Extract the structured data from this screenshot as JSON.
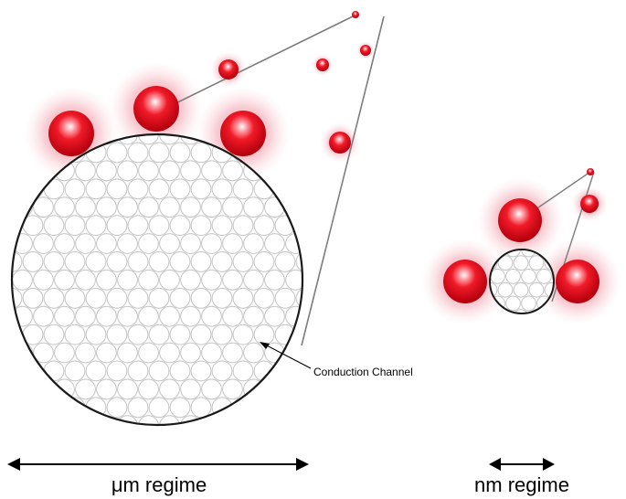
{
  "labels": {
    "conduction_channel": "Conduction Channel",
    "um_regime": "μm regime",
    "nm_regime": "nm regime"
  },
  "colors": {
    "particle": "#e8101c",
    "particle_halo": "#f2a6b0",
    "channel_outline": "#1a1a1a",
    "channel_cells": "#c4c4c4",
    "line": "#8a8a8a",
    "text": "#000000"
  },
  "panels": [
    {
      "name": "micrometer-regime",
      "label_key": "um_regime"
    },
    {
      "name": "nanometer-regime",
      "label_key": "nm_regime"
    }
  ]
}
